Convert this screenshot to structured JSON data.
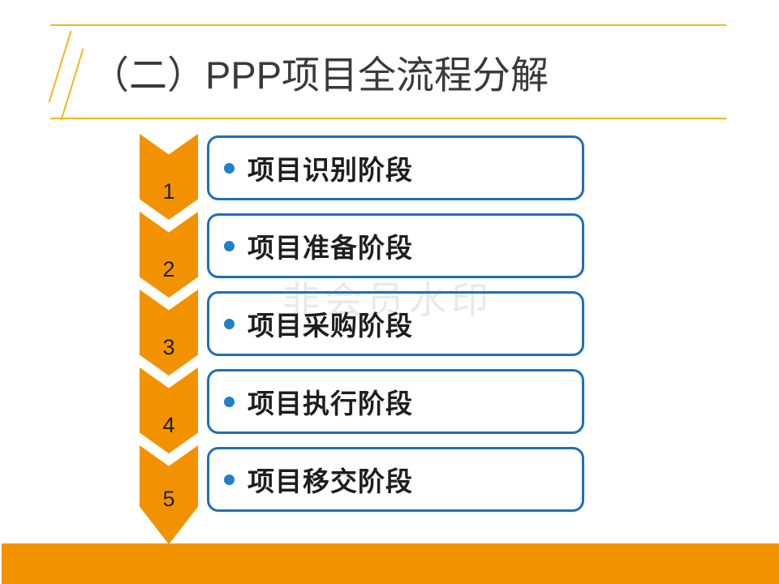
{
  "slide": {
    "title": "（二）PPP项目全流程分解",
    "watermark": "非会员水印",
    "accent_orange": "#F39200",
    "accent_yellow": "#F4B61C",
    "accent_blue": "#1F6FB5",
    "bullet_blue": "#2080C8",
    "title_color": "#3A3A3A",
    "background": "#FFFFFF"
  },
  "process": {
    "steps": [
      {
        "number": "1",
        "label": "项目识别阶段"
      },
      {
        "number": "2",
        "label": "项目准备阶段"
      },
      {
        "number": "3",
        "label": "项目采购阶段"
      },
      {
        "number": "4",
        "label": "项目执行阶段"
      },
      {
        "number": "5",
        "label": "项目移交阶段"
      }
    ]
  }
}
